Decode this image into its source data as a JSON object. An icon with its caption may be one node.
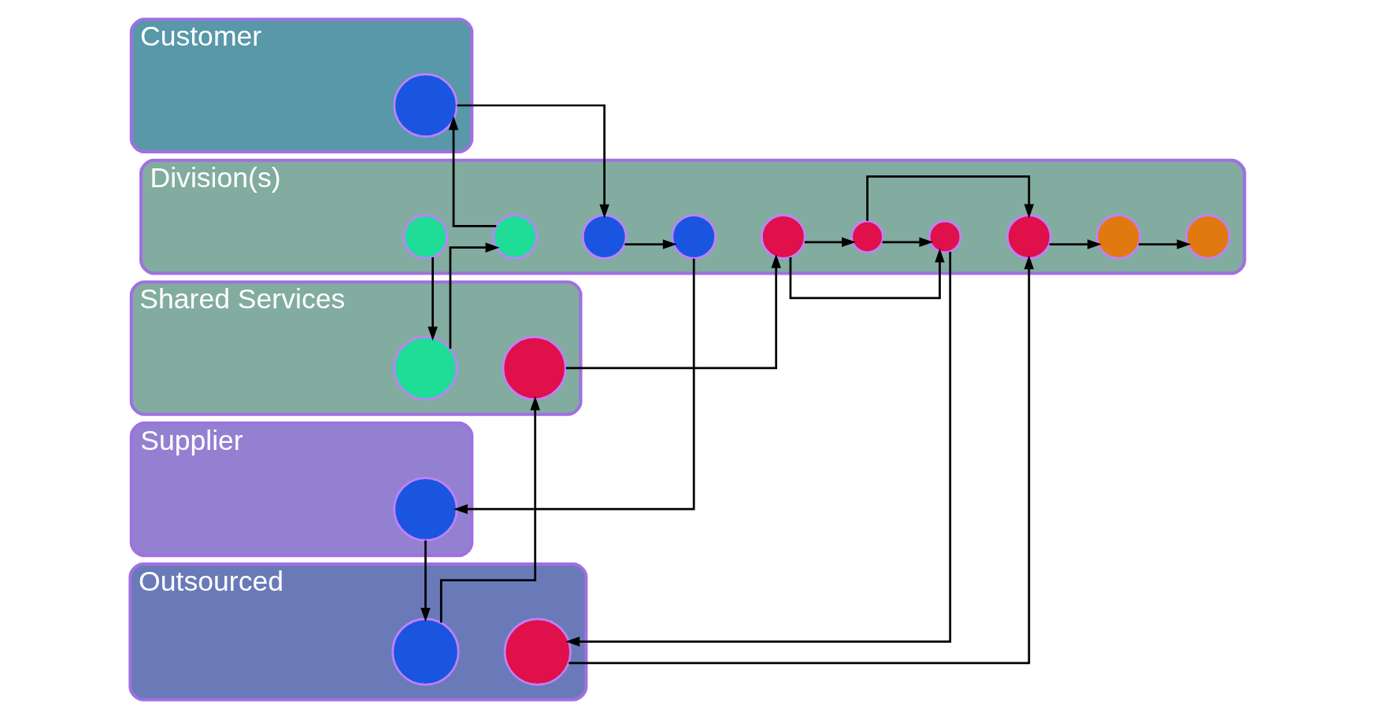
{
  "diagram": {
    "nodes": [
      {
        "text": [
          "Customer"
        ]
      },
      {
        "text": [],
        "shape": "circle",
        "in": 0
      },
      {
        "text": [
          "Division(s)"
        ]
      },
      {
        "text": [],
        "shape": "circle",
        "in": 2
      },
      {
        "text": [],
        "shape": "circle",
        "in": 2
      },
      {
        "text": [],
        "shape": "circle",
        "in": 2
      },
      {
        "text": [],
        "shape": "circle",
        "in": 2
      },
      {
        "text": [],
        "shape": "circle",
        "in": 2
      },
      {
        "text": [],
        "shape": "circle",
        "in": 2
      },
      {
        "text": [],
        "shape": "circle",
        "in": 2
      },
      {
        "text": [],
        "shape": "circle",
        "in": 2
      },
      {
        "text": [],
        "shape": "circle",
        "in": 2
      },
      {
        "text": [],
        "shape": "circle",
        "in": 2
      },
      {
        "text": [
          "Shared Services"
        ]
      },
      {
        "text": [],
        "shape": "circle",
        "in": 13
      },
      {
        "text": [],
        "shape": "circle",
        "in": 13
      },
      {
        "text": [
          "Supplier"
        ]
      },
      {
        "text": [],
        "shape": "circle",
        "in": 16
      },
      {
        "text": [
          "Outsourced"
        ]
      },
      {
        "text": [],
        "shape": "circle",
        "in": 18
      },
      {
        "text": [],
        "shape": "circle",
        "in": 18
      }
    ],
    "edges": [
      {
        "from": 3,
        "to": 14,
        "arrow": "to"
      },
      {
        "from": 14,
        "to": 4,
        "arrow": "to"
      },
      {
        "from": 4,
        "to": 1,
        "arrow": "to"
      },
      {
        "from": 1,
        "to": 5,
        "arrow": "to"
      },
      {
        "from": 5,
        "to": 6,
        "arrow": "to"
      },
      {
        "from": 6,
        "to": 17,
        "arrow": "to"
      },
      {
        "from": 17,
        "to": 19,
        "arrow": "to"
      },
      {
        "from": 19,
        "to": 15,
        "arrow": "to"
      },
      {
        "from": 15,
        "to": 7,
        "arrow": "to"
      },
      {
        "from": 7,
        "to": 8,
        "arrow": "to"
      },
      {
        "from": 7,
        "to": 9,
        "arrow": "to"
      },
      {
        "from": 8,
        "to": 9,
        "arrow": "to"
      },
      {
        "from": 8,
        "to": 10,
        "arrow": "to"
      },
      {
        "from": 9,
        "to": 20,
        "arrow": "to"
      },
      {
        "from": 20,
        "to": 10,
        "arrow": "to"
      },
      {
        "from": 10,
        "to": 11,
        "arrow": "to"
      },
      {
        "from": 11,
        "to": 12,
        "arrow": "to"
      }
    ]
  }
}
